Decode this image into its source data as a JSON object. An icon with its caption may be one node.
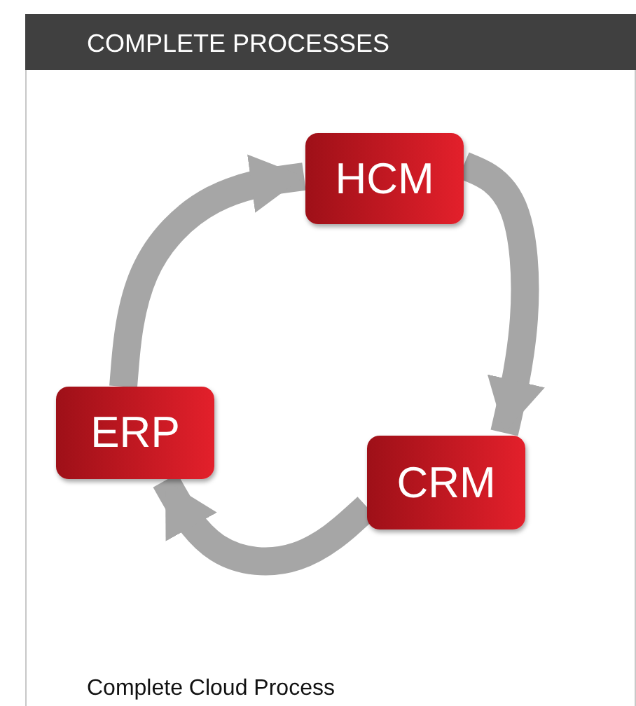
{
  "diagram": {
    "title": "COMPLETE PROCESSES",
    "nodes": [
      {
        "text": [
          "HCM"
        ]
      },
      {
        "text": [
          "ERP"
        ]
      },
      {
        "text": [
          "CRM"
        ]
      }
    ],
    "edges": [
      {
        "from": 0,
        "to": 2,
        "arrow": "to"
      },
      {
        "from": 2,
        "to": 1,
        "arrow": "to"
      },
      {
        "from": 1,
        "to": 0,
        "arrow": "to"
      }
    ],
    "caption": "Complete Cloud Process"
  }
}
